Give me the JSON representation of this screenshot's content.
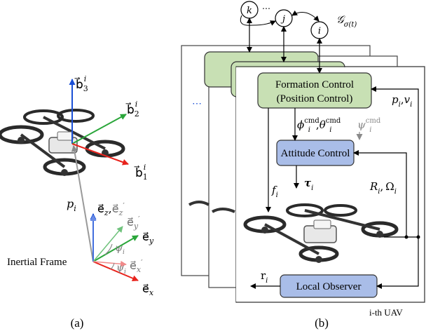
{
  "left_panel": {
    "caption": "(a)",
    "vectors": {
      "b1": "b⃗",
      "b1_sup": "i",
      "b1_sub": "1",
      "b2": "b⃗",
      "b2_sup": "i",
      "b2_sub": "2",
      "b3": "b⃗",
      "b3_sup": "i",
      "b3_sub": "3",
      "ez": "e⃗",
      "ez_sub": "z",
      "ez_prime": "e⃗",
      "ez_prime_sub": "z",
      "ey": "e⃗",
      "ey_sub": "y",
      "ey_prime": "e⃗",
      "ey_prime_sub": "y",
      "ex": "e⃗",
      "ex_sub": "x",
      "ex_prime": "e⃗",
      "ex_prime_sub": "x",
      "prime_mark": "′",
      "comma": ","
    },
    "position_label": "p",
    "position_sub": "i",
    "psi": "ψ",
    "psi_sub": "i",
    "inertial_frame": "Inertial Frame"
  },
  "right_panel": {
    "caption": "(b)",
    "graph": {
      "node_k": "k",
      "node_j": "j",
      "node_i": "i",
      "ellipsis": "⋯",
      "graph_label": "𝒢",
      "graph_sub": "σ(t)"
    },
    "stack_ellipsis": "⋯",
    "formation_control_line1": "Formation Control",
    "formation_control_line2": "(Position Control)",
    "attitude_control": "Attitude Control",
    "local_observer": "Local Observer",
    "cmd_phi": "ϕ",
    "cmd_theta": "θ",
    "cmd_psi": "ψ",
    "cmd_sup": "cmd",
    "cmd_sub": "i",
    "comma": ",",
    "p_i": "p",
    "v_i": "v",
    "sub_i": "i",
    "f_i": "f",
    "tau_i": "τ",
    "R_i": "R",
    "Omega_i": "Ω",
    "r_i": "r",
    "uav_label": "i-th UAV"
  },
  "colors": {
    "block_green": "#c8e0b4",
    "block_blue": "#a9bde8",
    "axis_red": "#e8231c",
    "axis_green": "#2aa63a",
    "axis_blue": "#1a4fd6",
    "gray": "#8a8a8a"
  }
}
